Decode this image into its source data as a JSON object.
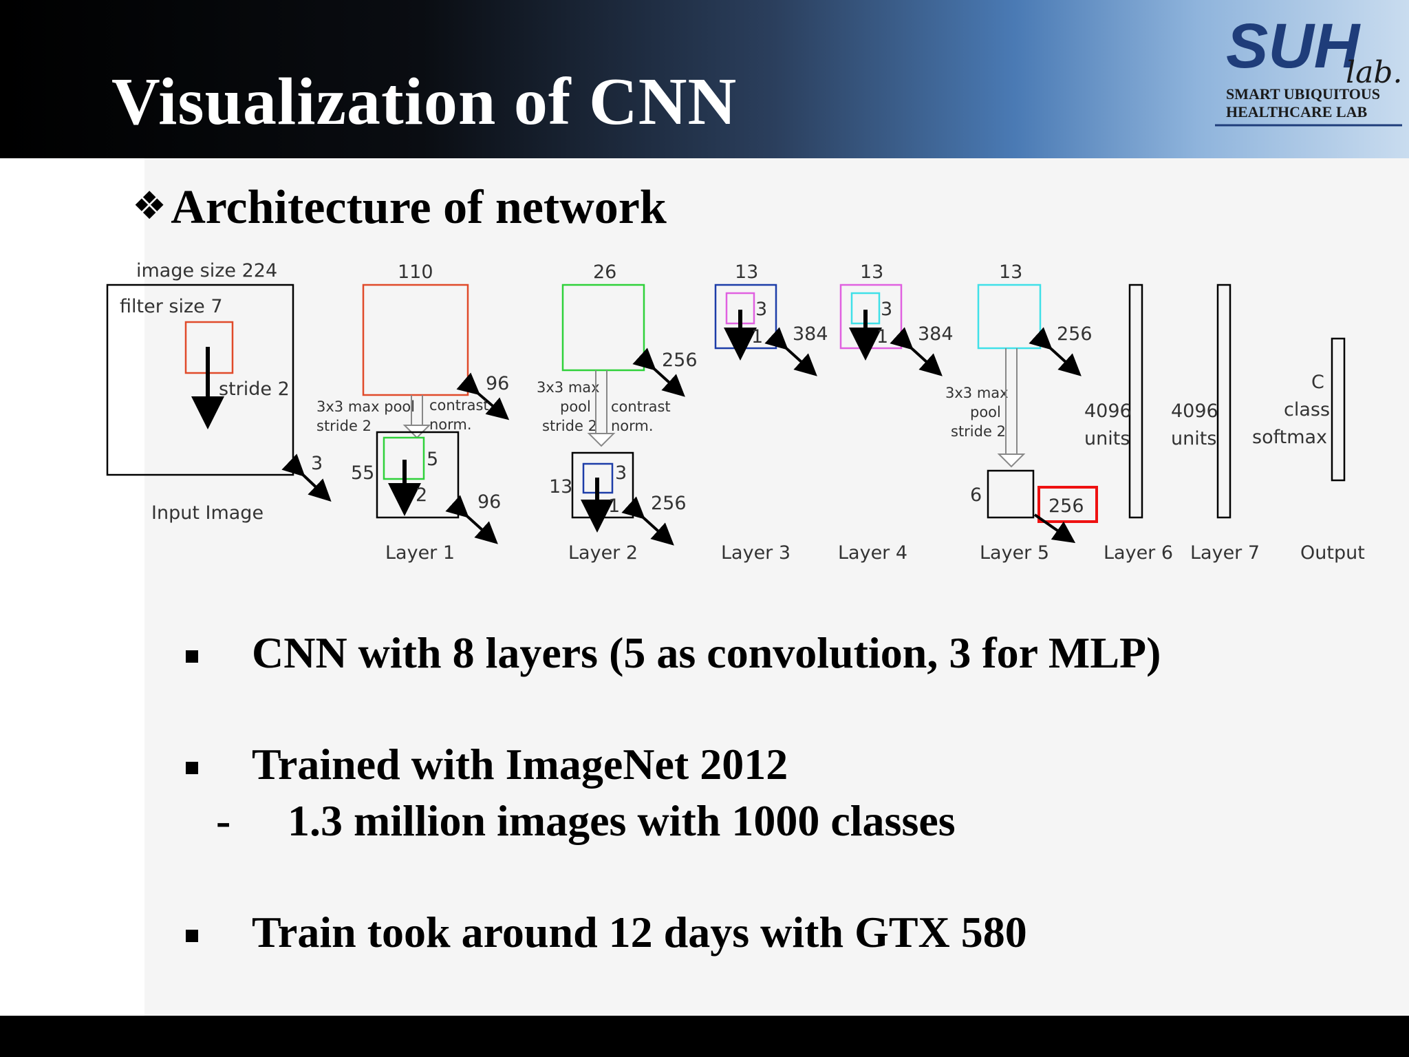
{
  "slide": {
    "title": "Visualization of CNN",
    "section_heading": "Architecture of network",
    "logo": {
      "wordmark": "SUH",
      "lab": "lab.",
      "line1": "SMART UBIQUITOUS",
      "line2": "HEALTHCARE LAB"
    }
  },
  "diagram": {
    "input": {
      "top_label": "image size 224",
      "filter_label": "filter size 7",
      "stride_label": "stride 2",
      "depth": "3",
      "caption": "Input Image"
    },
    "layer1": {
      "top": "110",
      "depth_top": "96",
      "pool1": "3x3 max pool",
      "pool2": "stride 2",
      "norm1": "contrast",
      "norm2": "norm.",
      "side": "55",
      "k": "5",
      "s": "2",
      "depth": "96",
      "caption": "Layer 1"
    },
    "layer2": {
      "top": "26",
      "depth_top": "256",
      "pool1": "3x3 max",
      "pool2": "pool",
      "pool3": "stride 2",
      "norm1": "contrast",
      "norm2": "norm.",
      "side": "13",
      "k": "3",
      "s": "1",
      "depth": "256",
      "caption": "Layer 2"
    },
    "layer3": {
      "top": "13",
      "k": "3",
      "s": "1",
      "depth": "384",
      "caption": "Layer 3"
    },
    "layer4": {
      "top": "13",
      "k": "3",
      "s": "1",
      "depth": "384",
      "caption": "Layer 4"
    },
    "layer5": {
      "top": "13",
      "depth_top": "256",
      "pool1": "3x3 max",
      "pool2": "pool",
      "pool3": "stride 2",
      "side": "6",
      "depth": "256",
      "caption": "Layer 5"
    },
    "layer6": {
      "units1": "4096",
      "units2": "units",
      "caption": "Layer 6"
    },
    "layer7": {
      "units1": "4096",
      "units2": "units",
      "caption": "Layer 7"
    },
    "output": {
      "l1": "C",
      "l2": "class",
      "l3": "softmax",
      "caption": "Output"
    }
  },
  "bullets": [
    {
      "text": "CNN with 8 layers (5 as convolution, 3 for MLP)"
    },
    {
      "text": "Trained with ImageNet 2012"
    },
    {
      "sub": "1.3 million images with 1000 classes",
      "dash": "-"
    },
    {
      "text": "Train took around 12 days with GTX 580"
    }
  ],
  "colors": {
    "red": "#e04a2a",
    "green": "#2fd13a",
    "blue": "#1d3da8",
    "magenta": "#e060e0",
    "cyan": "#3fe0e8",
    "highlight_red": "#ee1111",
    "logo_navy": "#1f3d7a"
  }
}
